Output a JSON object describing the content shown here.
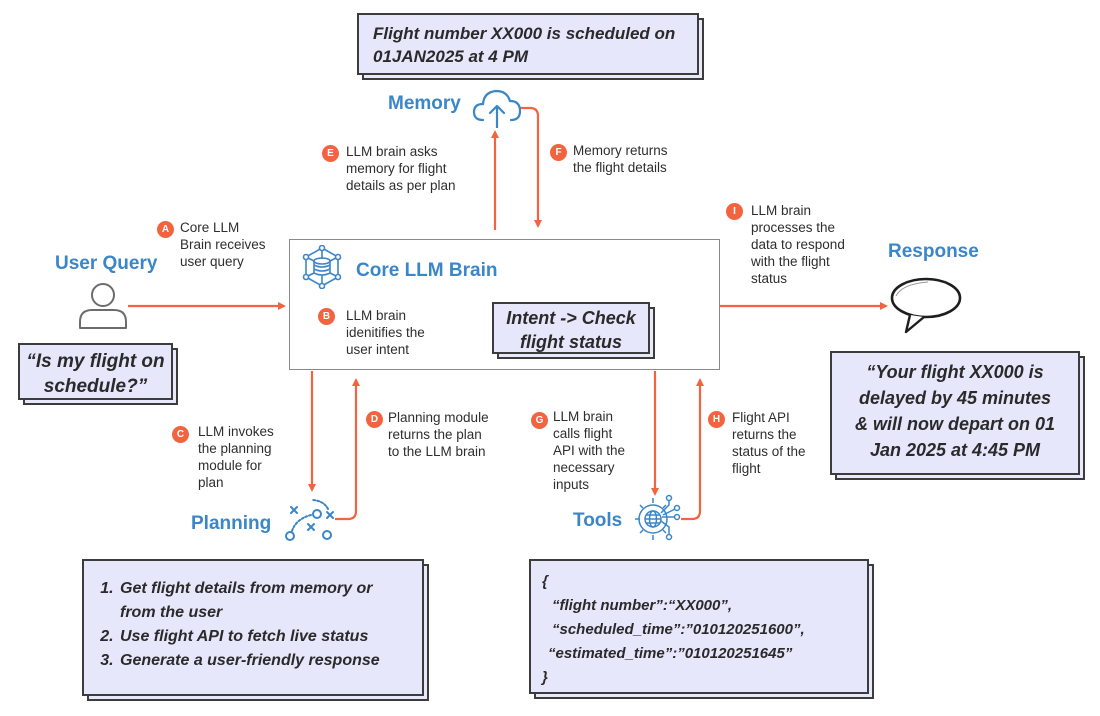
{
  "diagram": {
    "accent_color": "#f26440",
    "title_color": "#3a86c8",
    "card_color": "#e6e7fb"
  },
  "memory": {
    "title": "Memory",
    "icon": "cloud-upload-icon",
    "card_text_line1": "Flight number XX000 is scheduled on",
    "card_text_line2": "01JAN2025  at 4 PM"
  },
  "core": {
    "title": "Core LLM Brain",
    "icon": "network-database-icon",
    "intent_line1": "Intent -> Check",
    "intent_line2": "flight status"
  },
  "user": {
    "title": "User Query",
    "icon": "user-icon",
    "query_line1": "“Is my flight on",
    "query_line2": "schedule?”"
  },
  "response": {
    "title": "Response",
    "icon": "speech-bubble-icon",
    "lines": [
      "“Your flight XX000 is",
      "delayed by 45 minutes",
      "& will now depart on 01",
      "Jan 2025 at 4:45 PM"
    ]
  },
  "planning": {
    "title": "Planning",
    "icon": "strategy-play-icon",
    "steps": [
      "Get flight details from memory or from the user",
      "Use flight API to fetch live status",
      "Generate a user-friendly response"
    ]
  },
  "tools": {
    "title": "Tools",
    "icon": "gear-globe-icon",
    "json_lines": [
      "{",
      "“flight number”:“XX000”,",
      "“scheduled_time”:”010120251600”,",
      "“estimated_time”:”010120251645”",
      "}"
    ]
  },
  "steps": {
    "A": {
      "letter": "A",
      "lines": [
        "Core LLM",
        "Brain receives",
        "user query"
      ]
    },
    "B": {
      "letter": "B",
      "lines": [
        "LLM brain",
        "idenitifies the",
        "user intent"
      ]
    },
    "C": {
      "letter": "C",
      "lines": [
        "LLM invokes",
        "the planning",
        "module for",
        "plan"
      ]
    },
    "D": {
      "letter": "D",
      "lines": [
        "Planning module",
        "returns the plan",
        "to the LLM brain"
      ]
    },
    "E": {
      "letter": "E",
      "lines": [
        "LLM brain asks",
        "memory for flight",
        "details as per plan"
      ]
    },
    "F": {
      "letter": "F",
      "lines": [
        "Memory returns",
        "the flight details"
      ]
    },
    "G": {
      "letter": "G",
      "lines": [
        "LLM brain",
        "calls flight",
        "API with the",
        "necessary",
        "inputs"
      ]
    },
    "H": {
      "letter": "H",
      "lines": [
        "Flight API",
        "returns the",
        "status of the",
        "flight"
      ]
    },
    "I": {
      "letter": "I",
      "lines": [
        "LLM brain",
        "processes the",
        "data to respond",
        "with the flight",
        "status"
      ]
    }
  }
}
